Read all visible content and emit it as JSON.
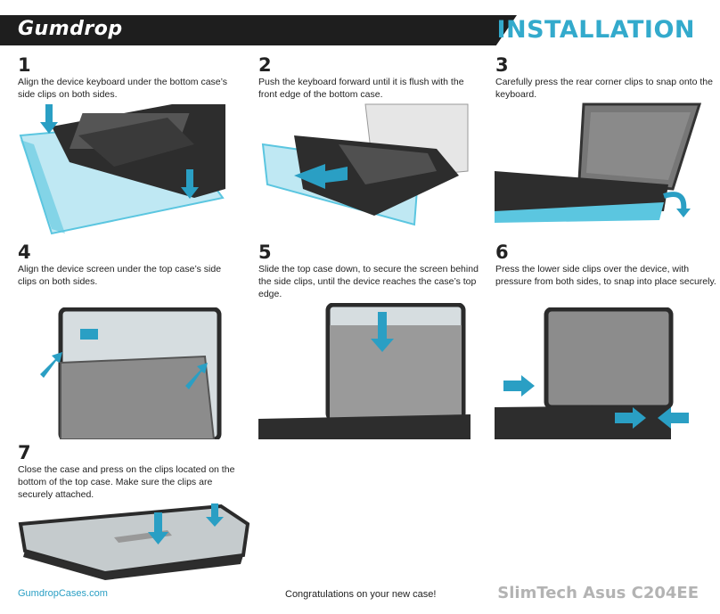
{
  "header": {
    "brand": "Gumdrop",
    "title": "INSTALLATION"
  },
  "steps": [
    {
      "num": "1",
      "text": "Align the device keyboard under the bottom case’s side clips on both sides."
    },
    {
      "num": "2",
      "text": "Push the keyboard forward until it is flush with the front edge of the bottom case."
    },
    {
      "num": "3",
      "text": "Carefully press the rear corner clips to snap onto the keyboard."
    },
    {
      "num": "4",
      "text": "Align the device screen under the top case’s side clips on both sides."
    },
    {
      "num": "5",
      "text": "Slide the top case down, to secure the screen behind the side clips, until the device reaches the case’s top edge."
    },
    {
      "num": "6",
      "text": "Press the lower side clips over the device, with pressure from both sides, to snap into place securely."
    },
    {
      "num": "7",
      "text": "Close the case and press on the clips located on the bottom of the top case. Make sure the clips are securely attached."
    }
  ],
  "footer": {
    "website": "GumdropCases.com",
    "message": "Congratulations on your new case!",
    "product": "SlimTech Asus C204EE"
  },
  "colors": {
    "accent": "#33aacc",
    "header_bg": "#1e1e1e",
    "case_blue": "#5bc6e0",
    "device_dark": "#2b2b2b",
    "arrow": "#2a9fc4"
  }
}
